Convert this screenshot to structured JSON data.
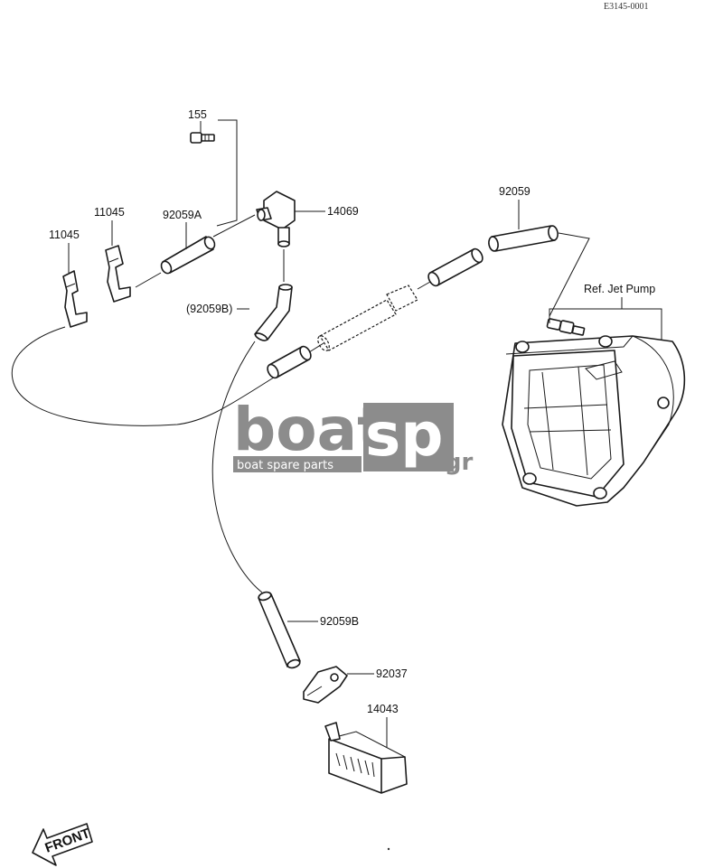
{
  "figure_ref": "E3145-0001",
  "labels": {
    "p155": "155",
    "p14069": "14069",
    "p92059A": "92059A",
    "p11045_upper": "11045",
    "p11045_lower": "11045",
    "p92059B_paren": "(92059B)",
    "p92059_top": "92059",
    "ref_jet_pump": "Ref. Jet Pump",
    "p92059B": "92059B",
    "p92037": "92037",
    "p14043": "14043"
  },
  "watermark": {
    "word_left": "boat",
    "word_right": "sp",
    "suffix": ".gr",
    "tagline": "boat spare parts"
  },
  "front_marker": "FRONT"
}
